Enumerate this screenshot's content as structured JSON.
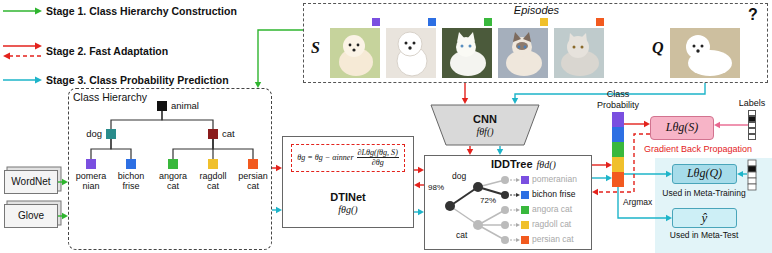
{
  "diagram": {
    "nodes": [
      {
        "text": [
          "Episodes"
        ]
      },
      {
        "text": [
          "WordNet"
        ]
      },
      {
        "text": [
          "Glove"
        ]
      },
      {
        "text": [
          "Class Hierarchy"
        ]
      },
      {
        "text": [
          "animal"
        ],
        "in": 3
      },
      {
        "text": [
          "dog"
        ],
        "in": 3
      },
      {
        "text": [
          "cat"
        ],
        "in": 3
      },
      {
        "text": [
          "pomera nian"
        ],
        "in": 3
      },
      {
        "text": [
          "bichon frise"
        ],
        "in": 3
      },
      {
        "text": [
          "angora cat"
        ],
        "in": 3
      },
      {
        "text": [
          "ragdoll cat"
        ],
        "in": 3
      },
      {
        "text": [
          "persian cat"
        ],
        "in": 3
      },
      {
        "text": [
          "CNN",
          "fθf()"
        ]
      },
      {
        "text": [
          "DTINet",
          "fθg()"
        ]
      },
      {
        "text": [
          "θg = θg − αinner",
          "∂Lθg(fθg, S)",
          "∂θg"
        ],
        "in": 13
      },
      {
        "text": [
          "IDDTree",
          "fθd()"
        ]
      },
      {
        "text": [
          "Class Probability"
        ]
      },
      {
        "text": [
          "Lθg(S)"
        ]
      },
      {
        "text": [
          "Lθg(Q)"
        ]
      },
      {
        "text": [
          "ŷ"
        ]
      },
      {
        "text": [
          "Labels"
        ]
      }
    ],
    "edges": [
      {
        "from": 0,
        "to": 12,
        "arrow": "to"
      },
      {
        "from": 0,
        "to": 12,
        "arrow": "to"
      },
      {
        "from": 0,
        "to": 3,
        "arrow": "to"
      },
      {
        "from": 1,
        "to": 3,
        "arrow": "to"
      },
      {
        "from": 2,
        "to": 3,
        "arrow": "to"
      },
      {
        "from": 3,
        "to": 13,
        "arrow": "to"
      },
      {
        "from": 3,
        "to": 13,
        "arrow": "to"
      },
      {
        "from": 13,
        "to": 15,
        "arrow": "to"
      },
      {
        "from": 15,
        "to": 13,
        "arrow": "to"
      },
      {
        "from": 13,
        "to": 15,
        "arrow": "to"
      },
      {
        "from": 12,
        "to": 15,
        "arrow": "to"
      },
      {
        "from": 12,
        "to": 15,
        "arrow": "to"
      },
      {
        "from": 15,
        "to": 16,
        "arrow": "to"
      },
      {
        "from": 15,
        "to": 16,
        "arrow": "to"
      },
      {
        "from": 16,
        "to": 17,
        "arrow": "to"
      },
      {
        "from": 16,
        "to": 18,
        "arrow": "to"
      },
      {
        "from": 16,
        "to": 19,
        "arrow": "to",
        "label": "Argmax"
      },
      {
        "from": 17,
        "to": 15,
        "arrow": "to",
        "label": "Gradient Back Propagation"
      },
      {
        "from": 20,
        "to": 17,
        "arrow": "to"
      },
      {
        "from": 4,
        "to": 5,
        "arrow": "none"
      },
      {
        "from": 4,
        "to": 6,
        "arrow": "none"
      },
      {
        "from": 5,
        "to": 7,
        "arrow": "none"
      },
      {
        "from": 5,
        "to": 8,
        "arrow": "none"
      },
      {
        "from": 6,
        "to": 9,
        "arrow": "none"
      },
      {
        "from": 6,
        "to": 10,
        "arrow": "none"
      },
      {
        "from": 6,
        "to": 11,
        "arrow": "none"
      }
    ],
    "labels": [
      "S",
      "Q",
      "?",
      "98%",
      "dog",
      "72%",
      "cat",
      "pomeranian",
      "bichon frise",
      "angora cat",
      "ragdoll cat",
      "persian cat",
      "Used in Meta-Training",
      "Used in Meta-Test"
    ],
    "legend": [
      {
        "text": "Stage 1. Class Hierarchy Construction"
      },
      {
        "text": "Stage 2. Fast Adaptation"
      },
      {
        "text": "Stage 3. Class Probability Prediction"
      }
    ]
  }
}
